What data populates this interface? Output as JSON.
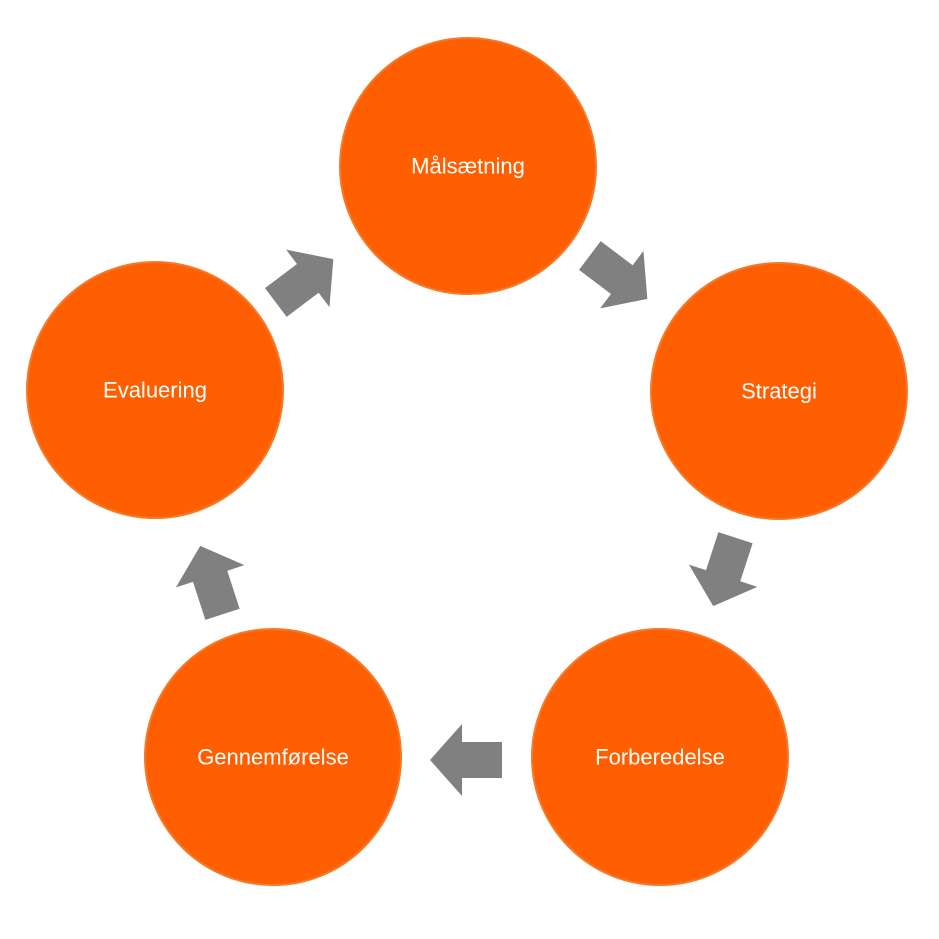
{
  "diagram": {
    "type": "cycle",
    "colors": {
      "node_fill": "#ff5f00",
      "node_stroke": "#f27a2a",
      "arrow_fill": "#808080",
      "label": "#ffffff"
    },
    "nodes": [
      {
        "id": "malsaetning",
        "label": "Målsætning"
      },
      {
        "id": "strategi",
        "label": "Strategi"
      },
      {
        "id": "forberedelse",
        "label": "Forberedelse"
      },
      {
        "id": "gennemforelse",
        "label": "Gennemførelse"
      },
      {
        "id": "evaluering",
        "label": "Evaluering"
      }
    ],
    "arrows": [
      {
        "from": "malsaetning",
        "to": "strategi"
      },
      {
        "from": "strategi",
        "to": "forberedelse"
      },
      {
        "from": "forberedelse",
        "to": "gennemforelse"
      },
      {
        "from": "gennemforelse",
        "to": "evaluering"
      },
      {
        "from": "evaluering",
        "to": "malsaetning"
      }
    ]
  }
}
